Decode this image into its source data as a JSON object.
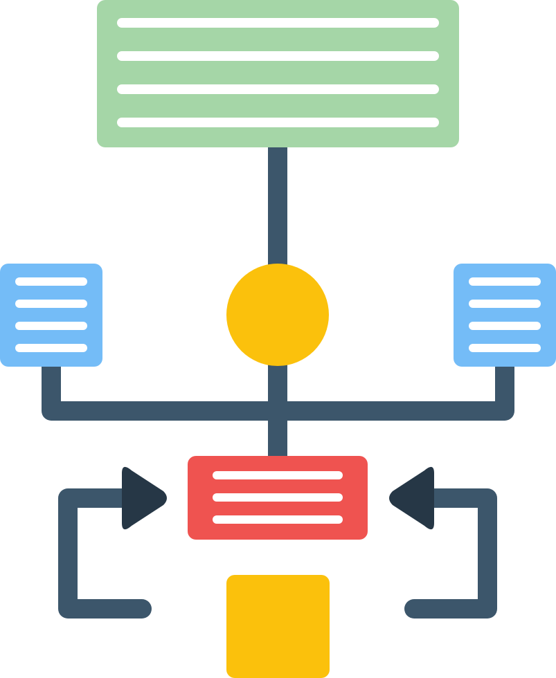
{
  "diagram": {
    "kind": "flowchart-icon",
    "colors": {
      "background": "#ffffff",
      "top_block": "#a5d6a7",
      "side_blocks": "#74bcf7",
      "decision_node": "#fbc10c",
      "process_block": "#ef5350",
      "terminal_block": "#fbc10c",
      "connector": "#3c566b",
      "arrow_head": "#263746",
      "text_lines": "#ffffff"
    },
    "nodes": [
      {
        "id": "top-block",
        "shape": "rounded-rectangle",
        "text_lines": 4
      },
      {
        "id": "decision-node",
        "shape": "circle",
        "text_lines": 0
      },
      {
        "id": "left-block",
        "shape": "rounded-rectangle",
        "text_lines": 4
      },
      {
        "id": "right-block",
        "shape": "rounded-rectangle",
        "text_lines": 4
      },
      {
        "id": "process-block",
        "shape": "rounded-rectangle",
        "text_lines": 3
      },
      {
        "id": "terminal-block",
        "shape": "rounded-square",
        "text_lines": 0
      }
    ],
    "edges": [
      {
        "from": "top-block",
        "to": "decision-node"
      },
      {
        "from": "decision-node",
        "to": "process-block"
      },
      {
        "from": "left-block",
        "to": "process-block"
      },
      {
        "from": "right-block",
        "to": "process-block"
      },
      {
        "from": "loop-left",
        "to": "process-block",
        "arrow": true
      },
      {
        "from": "loop-right",
        "to": "process-block",
        "arrow": true
      }
    ]
  }
}
